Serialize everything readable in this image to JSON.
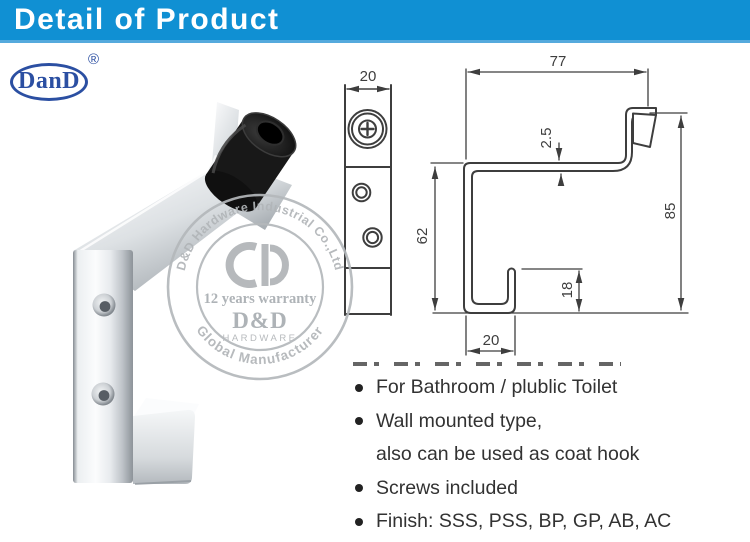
{
  "banner": {
    "title": "Detail of Product",
    "bg": "#1090d3",
    "underline": "#55aadd",
    "text_color": "#ffffff"
  },
  "logo": {
    "name": "DanD",
    "registered": "®",
    "color": "#2b4fa2"
  },
  "watermark": {
    "arc_top": "D&D Hardware Industrial Co.,Ltd",
    "warranty": "12 years warranty",
    "brand": "D&D",
    "brand_sub": "HARDWARE",
    "arc_bottom": "Global Manufacturer",
    "color": "#b4b8bb"
  },
  "drawing": {
    "line_color": "#3e3e3e",
    "front_view": {
      "width": "20"
    },
    "side_view": {
      "top_width": "77",
      "thickness": "2.5",
      "total_height": "85",
      "wall_height": "62",
      "hook_height": "18",
      "hook_width": "20"
    }
  },
  "features": {
    "items": [
      {
        "bullet": true,
        "text": "For Bathroom / plublic Toilet"
      },
      {
        "bullet": true,
        "text": "Wall mounted type,"
      },
      {
        "bullet": false,
        "text": "also can be used as coat hook"
      },
      {
        "bullet": true,
        "text": "Screws included"
      },
      {
        "bullet": true,
        "text": "Finish: SSS, PSS, BP, GP, AB, AC"
      }
    ]
  }
}
